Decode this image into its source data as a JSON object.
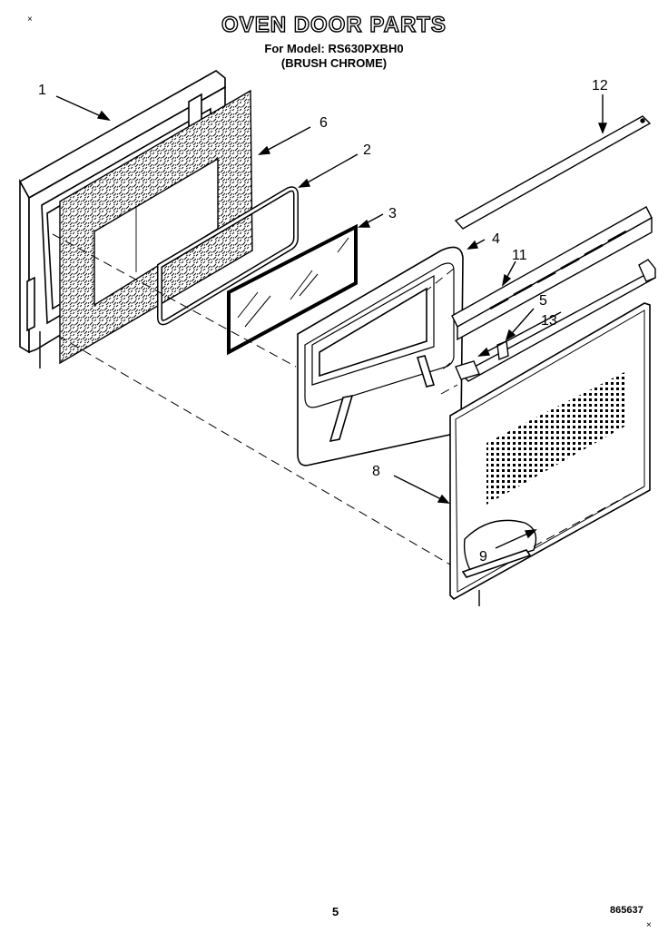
{
  "header": {
    "title": "OVEN DOOR PARTS",
    "model_line": "For Model: RS630PXBH0",
    "finish_line": "(BRUSH CHROME)",
    "corner_mark": "×"
  },
  "callouts": {
    "c1": "1",
    "c2": "2",
    "c3": "3",
    "c4": "4",
    "c5": "5",
    "c6": "6",
    "c8": "8",
    "c9": "9",
    "c11": "11",
    "c12": "12",
    "c13": "13"
  },
  "footer": {
    "page_number": "5",
    "diagram_id": "865637",
    "corner_mark": "×"
  }
}
